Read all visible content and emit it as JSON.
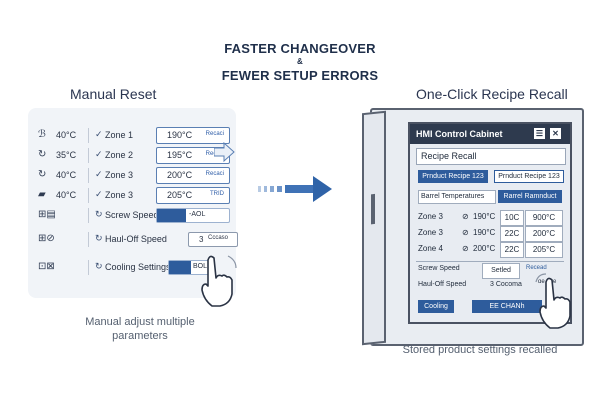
{
  "header": {
    "line1": "FASTER CHANGEOVER",
    "amp": "&",
    "line2": "FEWER SETUP ERRORS"
  },
  "left": {
    "title": "Manual Reset",
    "caption_line1": "Manual adjust multiple",
    "caption_line2": "parameters",
    "rows": [
      {
        "icon": "ℬ",
        "temp": "40°C",
        "check": "✓",
        "label": "Zone 1",
        "value": "190°C",
        "recall": "Recaci"
      },
      {
        "icon": "↻",
        "temp": "35°C",
        "check": "✓",
        "label": "Zone 2",
        "value": "195°C",
        "recall": "Recaci"
      },
      {
        "icon": "↻",
        "temp": "40°C",
        "check": "✓",
        "label": "Zone 3",
        "value": "200°C",
        "recall": "Recaci"
      },
      {
        "icon": "▰",
        "temp": "40°C",
        "check": "✓",
        "label": "Zone 3",
        "value": "205°C",
        "recall": "TRID"
      }
    ],
    "screw": {
      "icon": "⊞▤",
      "check": "↻",
      "label": "Screw Speed",
      "bar_text": "-AOL",
      "fill": 0.4
    },
    "haul": {
      "icon": "⊞⊘",
      "check": "↻",
      "label": "Haul-Off Speed",
      "bar_text": "3",
      "bar_suffix": "Cccaso"
    },
    "cooling": {
      "icon": "⊡⊠",
      "check": "↻",
      "label": "Cooling Settings",
      "bar_text": "BOL",
      "fill": 0.55
    }
  },
  "right": {
    "title": "One-Click Recipe Recall",
    "caption": "Stored product settings recalled",
    "screen": {
      "title": "HMI Control Cabinet",
      "menu_icon": "☰",
      "close_icon": "✕",
      "recipe_recall": "Recipe Recall",
      "chip1": "Prnduct Recipe 123",
      "chip2": "Prnduct Recipe 123",
      "barrel_label": "Barrel Temperatures",
      "barrel_btn": "Rarrel Ramnduct",
      "zones": [
        {
          "label": "Zone 3",
          "mark": "⊘",
          "a": "190°C",
          "b": "10C",
          "c": "900°C"
        },
        {
          "label": "Zone 3",
          "mark": "⊘",
          "a": "190°C",
          "b": "22C",
          "c": "200°C"
        },
        {
          "label": "Zone 4",
          "mark": "⊘",
          "a": "200°C",
          "b": "22C",
          "c": "205°C"
        }
      ],
      "screw_label": "Screw Speed",
      "screw_value": "Setled",
      "screw_btn": "Recead",
      "haul_label": "Haul-Off Speed",
      "haul_value": "3 Cocoma",
      "haul_extra": "ɑe eɑe",
      "cooling_btn": "Cooling",
      "load_btn": "EE CHANh"
    }
  }
}
